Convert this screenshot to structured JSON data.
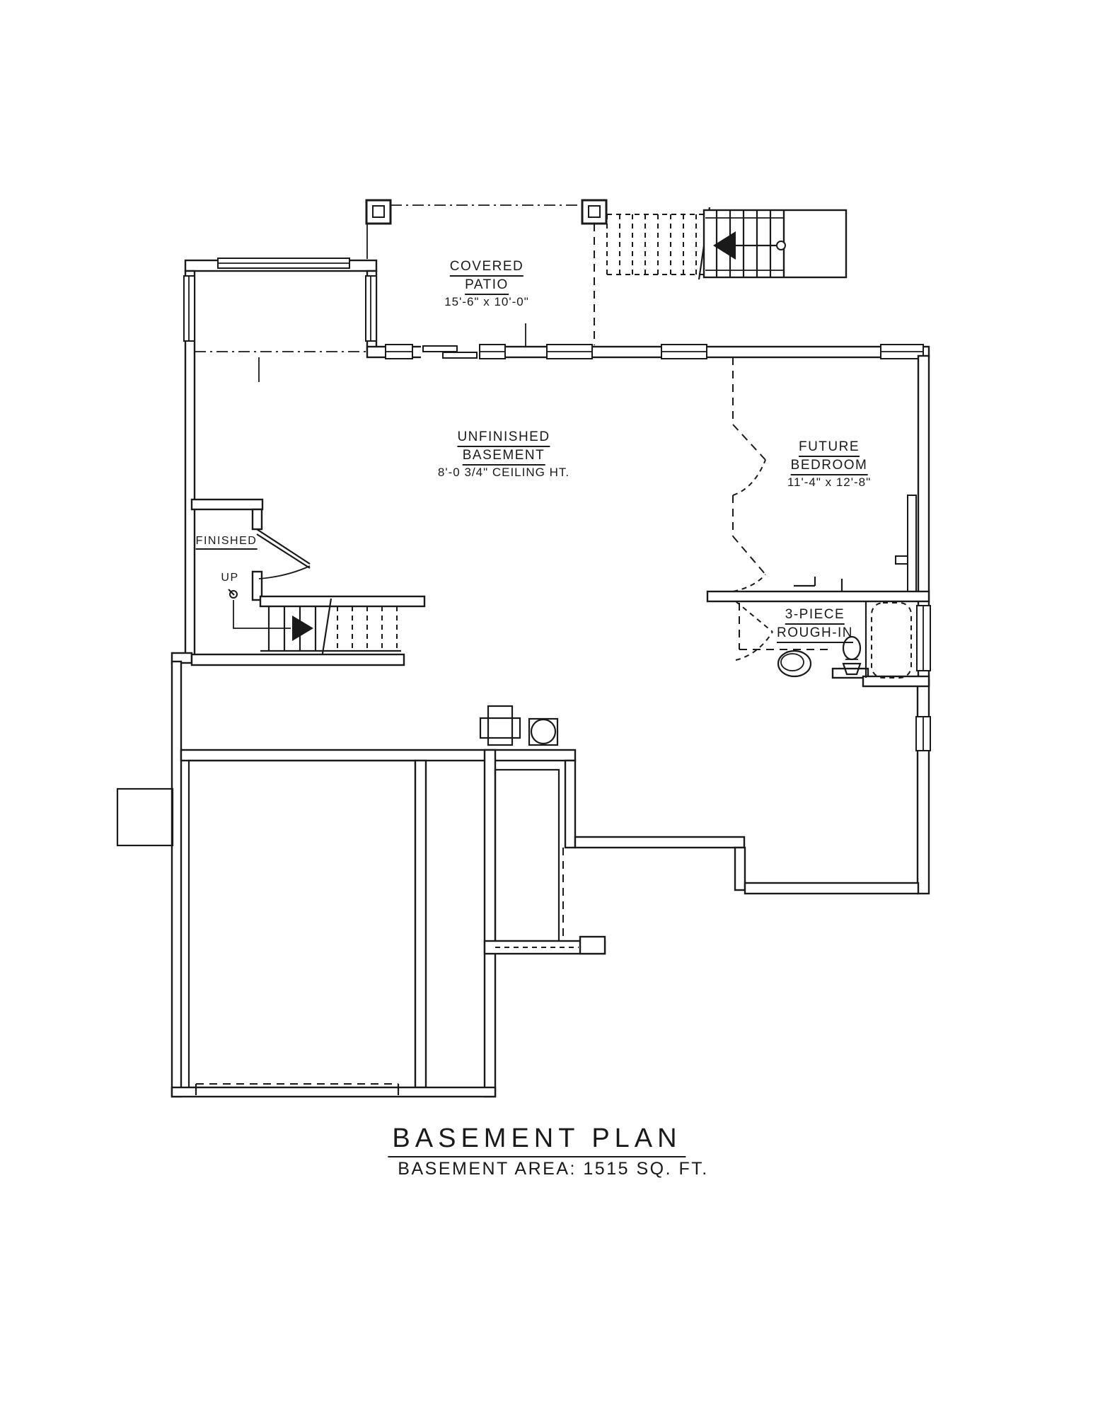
{
  "plan": {
    "title": "BASEMENT  PLAN",
    "subtitle": "BASEMENT AREA: 1515 SQ. FT.",
    "colors": {
      "line": "#1a1a1a",
      "background": "#ffffff"
    },
    "rooms": {
      "covered_patio": {
        "line1": "COVERED",
        "line2": "PATIO",
        "dims": "15'-6\" x 10'-0\""
      },
      "unfinished_basement": {
        "line1": "UNFINISHED",
        "line2": "BASEMENT",
        "dims": "8'-0 3/4\" CEILING HT."
      },
      "future_bedroom": {
        "line1": "FUTURE",
        "line2": "BEDROOM",
        "dims": "11'-4\" x 12'-8\""
      },
      "finished_room": {
        "label": "FINISHED"
      },
      "bath_rough_in": {
        "line1": "3-PIECE",
        "line2": "ROUGH-IN"
      },
      "stairs": {
        "up_label": "UP"
      }
    }
  }
}
